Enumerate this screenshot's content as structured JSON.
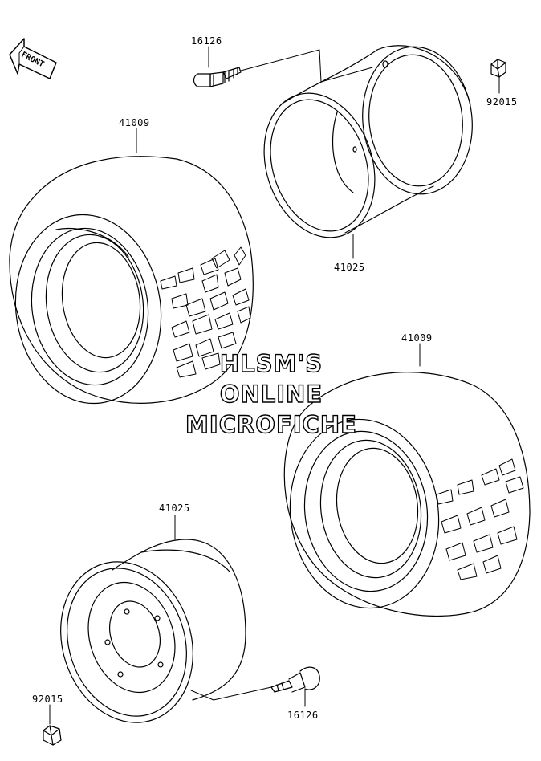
{
  "front_arrow": {
    "label": "FRONT",
    "icon": "front-direction-arrow-icon"
  },
  "parts": {
    "valve_top": "16126",
    "nut_top": "92015",
    "tire_top": "41009",
    "rim_top": "41025",
    "tire_bottom": "41009",
    "rim_bottom": "41025",
    "nut_bottom": "92015",
    "valve_bottom": "16126"
  },
  "watermark": {
    "line1": "HLSM'S",
    "line2": "ONLINE",
    "line3": "MICROFICHE"
  },
  "colors": {
    "line": "#000000",
    "background": "#ffffff",
    "watermark_fill": "#ffffff"
  }
}
